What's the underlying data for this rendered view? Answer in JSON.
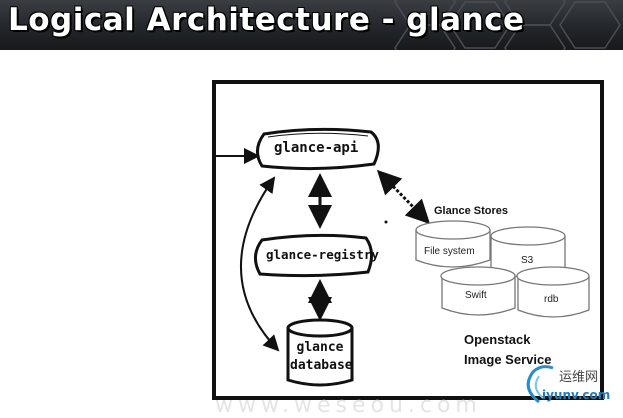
{
  "slide": {
    "title": "Logical Architecture - glance"
  },
  "diagram": {
    "nodes": {
      "api": "glance-api",
      "registry": "glance-registry",
      "database_line1": "glance",
      "database_line2": "database"
    },
    "stores_title": "Glance Stores",
    "stores": [
      "File system",
      "S3",
      "Swift",
      "rdb"
    ],
    "service_line1": "Openstack",
    "service_line2": "Image Service"
  },
  "logo": {
    "chinese": "运维网",
    "url": "iyunv.com"
  },
  "watermark": "www.weseou.com"
}
